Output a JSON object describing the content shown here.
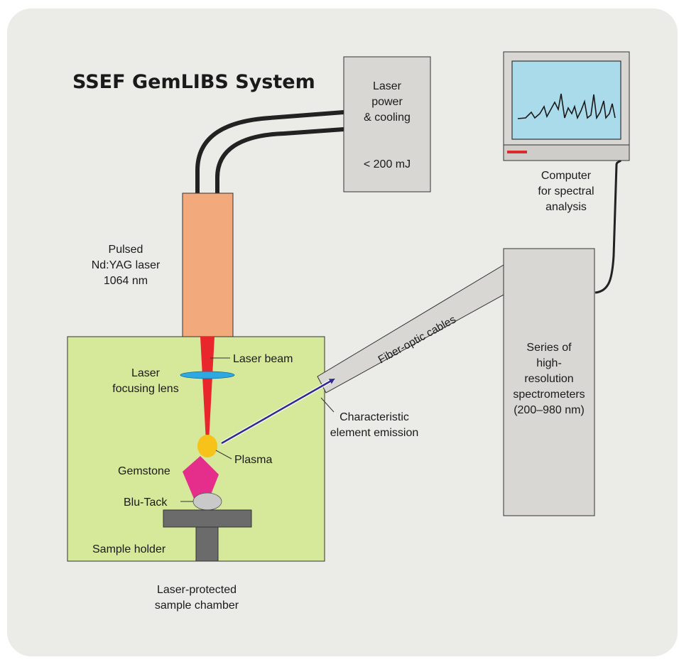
{
  "title": "SSEF GemLIBS System",
  "labels": {
    "laser_power": [
      "Laser",
      "power",
      "& cooling"
    ],
    "energy": "< 200 mJ",
    "computer": [
      "Computer",
      "for spectral",
      "analysis"
    ],
    "laser": [
      "Pulsed",
      "Nd:YAG laser",
      "1064 nm"
    ],
    "fiber_optic": "Fiber-optic cables",
    "laser_beam": "Laser beam",
    "focusing_lens": [
      "Laser",
      "focusing lens"
    ],
    "emission": [
      "Characteristic",
      "element emission"
    ],
    "spectrometers": [
      "Series of",
      "high-",
      "resolution",
      "spectrometers",
      "(200–980 nm)"
    ],
    "plasma": "Plasma",
    "gemstone": "Gemstone",
    "blu_tack": "Blu-Tack",
    "sample_holder": "Sample holder",
    "chamber": [
      "Laser-protected",
      "sample chamber"
    ]
  },
  "colors": {
    "background_panel": "#ebebe8",
    "chamber": "#d6e89a",
    "laser_head": "#f2aa7c",
    "laser_beam": "#e8262b",
    "lens": "#2ea8e0",
    "plasma": "#f7c21a",
    "gemstone": "#e52e8c",
    "emission_arrow": "#2e2a8f",
    "boxes": "#d9d7d4",
    "monitor_screen": "#a9dbea"
  }
}
